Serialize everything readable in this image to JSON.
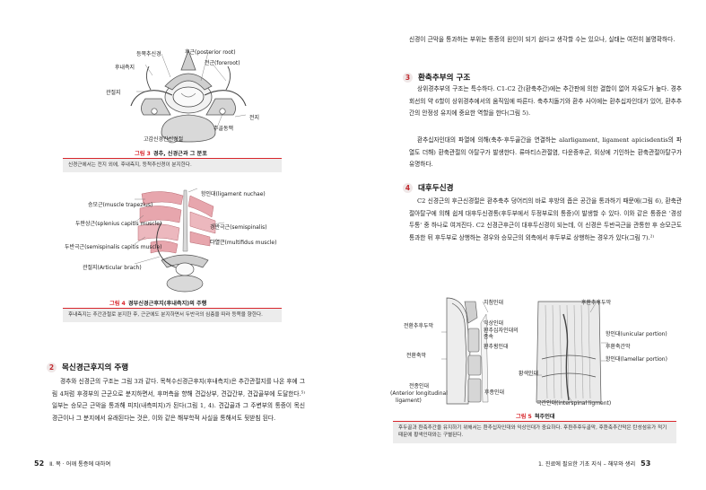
{
  "left_page": {
    "figure3": {
      "labels": {
        "posterior_root": "후근(posterior root)",
        "anterior_root": "전근(foreroot)",
        "dorsal_ganglion": "등쪽추신경",
        "transverse_process": "후내측지",
        "articular_process": "관절지",
        "transverse_nerve": "전지",
        "vertebral_artery": "추골동맥",
        "sympathetic_ganglion": "고감신경간신경절"
      },
      "caption_num": "그림 3",
      "caption_title": "경추, 신경근과 그 분포",
      "caption_desc": "신경근에서는 전지 외에, 후내측지, 등척추신경이 분지한다."
    },
    "figure4": {
      "labels": {
        "trapezius": "승모근(muscle trapezius)",
        "splenius": "두판상근(splenius capitis muscle)",
        "semispinalis_capitis": "두반극근(semispinalis capitis muscle)",
        "articular_branch": "관절지(Articular brach)",
        "ligament_nuchae": "항인대(ligament nuchae)",
        "semispinalis": "경반극근(semispinalis)",
        "multifidus": "다열근(multifidus muscle)"
      },
      "caption_num": "그림 4",
      "caption_title": "경부신경근후지(후내측지)의 주행",
      "caption_desc": "후내측지는 추간관절로 분지한 후, 근군에도 분지하면서 두반극의 심층을 따라 등쪽을 향한다."
    },
    "section2": {
      "num": "2",
      "title": "목신경근후지의 주행",
      "text": "경추와 신경근의 구조는 그림 3과 같다. 목척수신경근후지(후내측지)은 추간관절지를 나온 후에 그림 4처럼 후경부의 근군으로 분지하면서, 후머측을 향해 견갑상부, 견갑간부, 견갑골부에 도달한다.⁵⁾ 일부는 승모근 근막을 통과해 피지(내측피지)가 된다(그림 1, 4). 견갑골과 그 주변부의 통증이 목신경근이나 그 분지에서 유래된다는 것은, 이와 같은 해부학적 사실을 통해서도 뒷받침 된다."
    },
    "footer": {
      "page": "52",
      "chapter": "Ⅱ. 목 · 어깨 통증에 대하여"
    }
  },
  "right_page": {
    "intro_text": "신경이 근막을 통과하는 부위는 통증의 원인이 되기 쉽다고 생각할 수는 있으나, 실태는 여전히 불명확하다.",
    "section3": {
      "num": "3",
      "title": "환축추부의 구조",
      "p1": "상위경추부의 구조는 특수하다. C1-C2 간(환축추간)에는 추간판에 의한 결합이 없어 자유도가 높다. 경추 회선의 약 6할이 상위경추에서의 움직임에 따른다. 축추치돌기와 환추 사이에는 환추십자인대가 있어, 환추추간의 안정성 유지에 중요한 역할을 한다(그림 5).",
      "p2": "환추십자인대의 파열에 의해(축추·후두골간을 연결하는 alarligament, ligament apicisdentis의 파열도 더해) 환축관절의 아탈구가 발생한다. 류마티스관절염, 다운증후군, 외상에 기인하는 환축관절아탈구가 유명하다."
    },
    "section4": {
      "num": "4",
      "title": "대후두신경",
      "text": "C2 신경근의 후근신경절은 환추축추 덩어리의 바로 후방의 좁은 공간을 통과하기 때문에(그림 6), 환축관절아탈구에 의해 쉽게 대후두신경통(후두부에서 두정부로의 통증)이 발생할 수 있다. 이와 같은 통증은 '경성 두통' 중 하나로 여겨진다. C2 신경근후근이 대후두신경이 되는데, 이 신경은 두반극근을 관통한 후 승모근도 통과한 뒤 후두부로 상행하는 경우와 승모근의 외측에서 후두부로 상행하는 경우가 있다(그림 7).²⁾"
    },
    "figure5": {
      "labels": {
        "odontoid": "치첨인대",
        "atlas_anterior": "전환추후두막",
        "alar": "익상인대",
        "cruciate": "환추십자인대의 종속",
        "cruciate_lig": "환추횡인대",
        "axis": "전환축막",
        "tectorial": "후종인대",
        "anterior_longitudinal": "전종인대",
        "anterior_longitudinal_en": "(Anterior longitudinal",
        "anterior_longitudinal_en2": "ligament)",
        "posterior_atlanto": "후환추후두막",
        "nuchal_uncinate": "항인대(unicular portion)",
        "posterior_atlanto_axial": "후환축간막",
        "nuchal_lamellar": "항인대(lamellar portion)",
        "flavum": "황색인대",
        "interspinal": "극간인대(interspinal ligment)"
      },
      "caption_num": "그림 5",
      "caption_title": "척주인대",
      "caption_desc": "후두골과 환축추간을 유지하기 위해서는 환추십자인대와 익상인대가 중요하다. 후환추후두골막, 후환축추간막은 탄성섬유가 적기 때문에 황색인대와는 구별된다."
    },
    "footer": {
      "page": "53",
      "chapter": "1. 진료에 필요한 기초 지식 – 해부와 생리"
    }
  },
  "colors": {
    "accent_red": "#d8262c",
    "muscle_pink": "#e7a6ad",
    "bone_gray": "#bdbdbd",
    "caption_bg": "#ececec"
  }
}
